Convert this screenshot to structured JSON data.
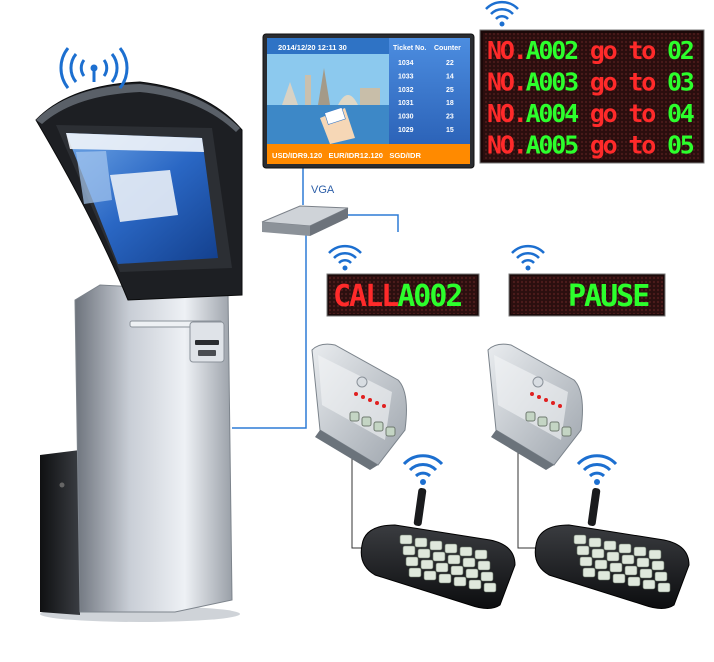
{
  "tv_display": {
    "datetime": "2014/12/20  12:11 30",
    "col_ticket": "Ticket No.",
    "col_counter": "Counter",
    "rows": [
      {
        "ticket": "1034",
        "counter": "22"
      },
      {
        "ticket": "1033",
        "counter": "14"
      },
      {
        "ticket": "1032",
        "counter": "25"
      },
      {
        "ticket": "1031",
        "counter": "18"
      },
      {
        "ticket": "1030",
        "counter": "23"
      },
      {
        "ticket": "1029",
        "counter": "15"
      }
    ],
    "ticker": "USD/IDR9.120   EUR/IDR12.120   SGD/IDR"
  },
  "connection_label": "VGA",
  "main_led_board": {
    "rows": [
      {
        "no": "NO.",
        "code": "A002",
        "goto": " go to ",
        "counter": "02"
      },
      {
        "no": "NO.",
        "code": "A003",
        "goto": " go to ",
        "counter": "03"
      },
      {
        "no": "NO.",
        "code": "A004",
        "goto": " go to ",
        "counter": "04"
      },
      {
        "no": "NO.",
        "code": "A005",
        "goto": " go to ",
        "counter": "05"
      }
    ]
  },
  "counter_display_1": {
    "call": "CALL",
    "code": "A002"
  },
  "counter_display_2": {
    "status": "PAUSE"
  },
  "colors": {
    "led_red": "#ff2a2a",
    "led_green": "#2cff2c",
    "led_bg": "#3a1414",
    "wifi_blue": "#1c6fd0",
    "cable_blue": "#2d7bd6"
  }
}
